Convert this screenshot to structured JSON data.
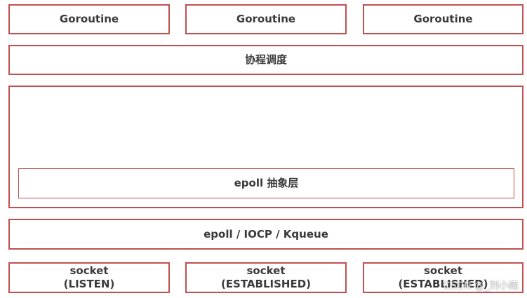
{
  "goroutines": [
    {
      "label": "Goroutine"
    },
    {
      "label": "Goroutine"
    },
    {
      "label": "Goroutine"
    }
  ],
  "scheduler": {
    "label": "协程调度"
  },
  "epoll_abstraction": {
    "label": "epoll 抽象层"
  },
  "io_mechanisms": {
    "label": "epoll / IOCP / Kqueue"
  },
  "sockets": [
    {
      "label": "socket",
      "state": "(LISTEN)"
    },
    {
      "label": "socket",
      "state": "(ESTABLISHED)"
    },
    {
      "label": "socket",
      "state": "(ESTABLISHED)"
    }
  ],
  "watermark": "CSDN @_刘小雨",
  "colors": {
    "border": "#c0504d",
    "text": "#3a3a3a",
    "background": "#ffffff"
  }
}
